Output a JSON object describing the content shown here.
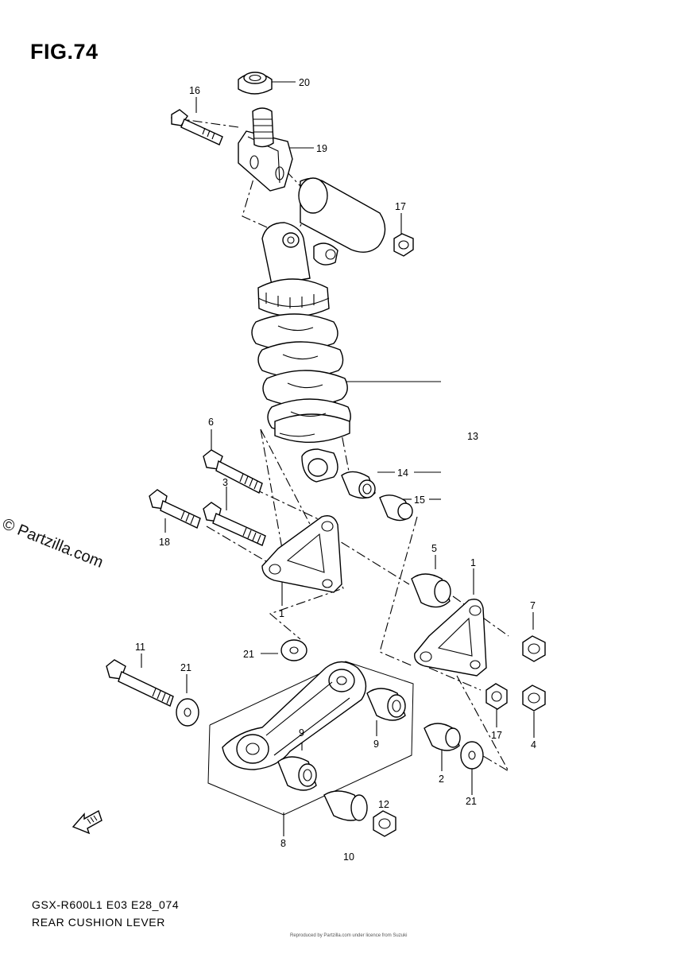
{
  "figure": {
    "title": "FIG.74",
    "model_code": "GSX-R600L1 E03 E28_074",
    "section_title": "REAR CUSHION LEVER",
    "watermark": "© Partzilla.com",
    "fine_print": "Reproduced by Partzilla.com under licence from Suzuki"
  },
  "callouts": {
    "c20": "20",
    "c16": "16",
    "c19": "19",
    "c17a": "17",
    "c13": "13",
    "c6": "6",
    "c3": "3",
    "c18": "18",
    "c14": "14",
    "c15": "15",
    "c1a": "1",
    "c1b": "1",
    "c5": "5",
    "c7": "7",
    "c21a": "21",
    "c11": "11",
    "c21b": "21",
    "c9a": "9",
    "c9b": "9",
    "c17b": "17",
    "c4": "4",
    "c2": "2",
    "c21c": "21",
    "c12": "12",
    "c8": "8",
    "c10": "10"
  },
  "icons": {
    "front_arrow": "fwd-arrow-icon"
  }
}
